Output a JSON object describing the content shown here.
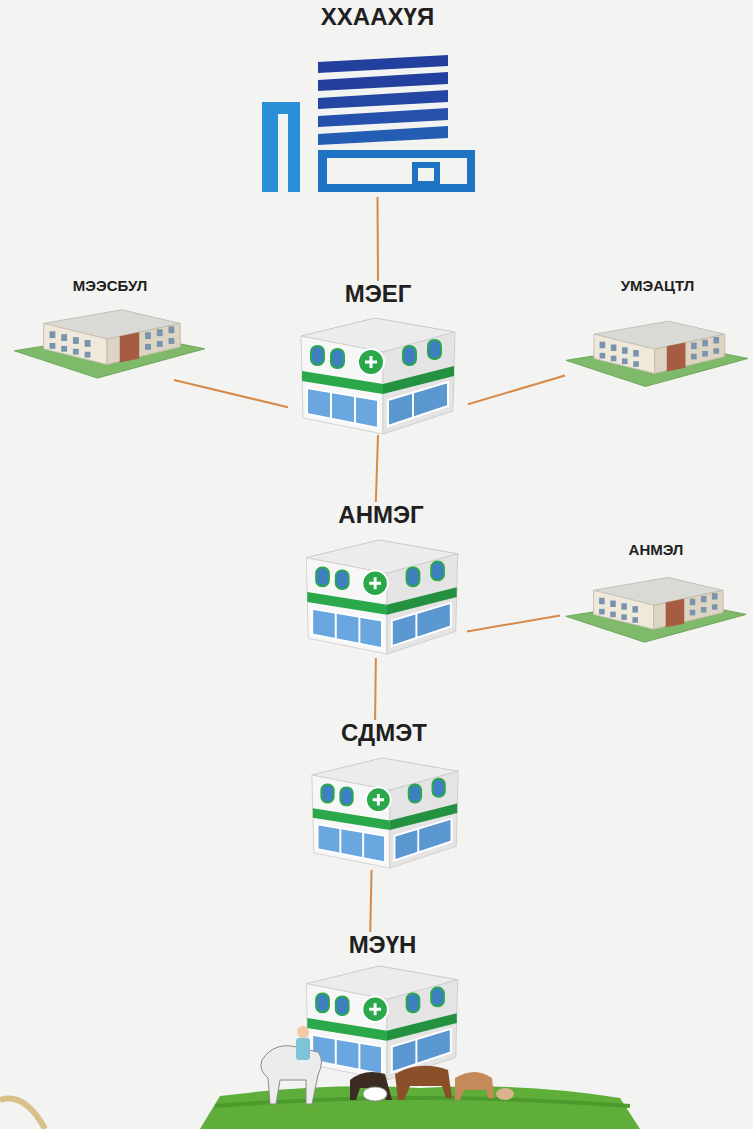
{
  "diagram": {
    "nodes": [
      {
        "text": [
          "ХХААХҮЯ"
        ]
      },
      {
        "text": [
          "МЭЭСБУЛ"
        ]
      },
      {
        "text": [
          "МЭЕГ"
        ]
      },
      {
        "text": [
          "УМЭАЦТЛ"
        ]
      },
      {
        "text": [
          "АНМЭГ"
        ]
      },
      {
        "text": [
          "АНМЭЛ"
        ]
      },
      {
        "text": [
          "СДМЭТ"
        ]
      },
      {
        "text": [
          "МЭҮН"
        ]
      }
    ],
    "edges": [
      {
        "from": 0,
        "to": 2,
        "arrow": "none"
      },
      {
        "from": 2,
        "to": 1,
        "arrow": "none"
      },
      {
        "from": 2,
        "to": 3,
        "arrow": "none"
      },
      {
        "from": 2,
        "to": 4,
        "arrow": "none"
      },
      {
        "from": 4,
        "to": 5,
        "arrow": "none"
      },
      {
        "from": 4,
        "to": 6,
        "arrow": "none"
      },
      {
        "from": 6,
        "to": 7,
        "arrow": "none"
      }
    ]
  }
}
